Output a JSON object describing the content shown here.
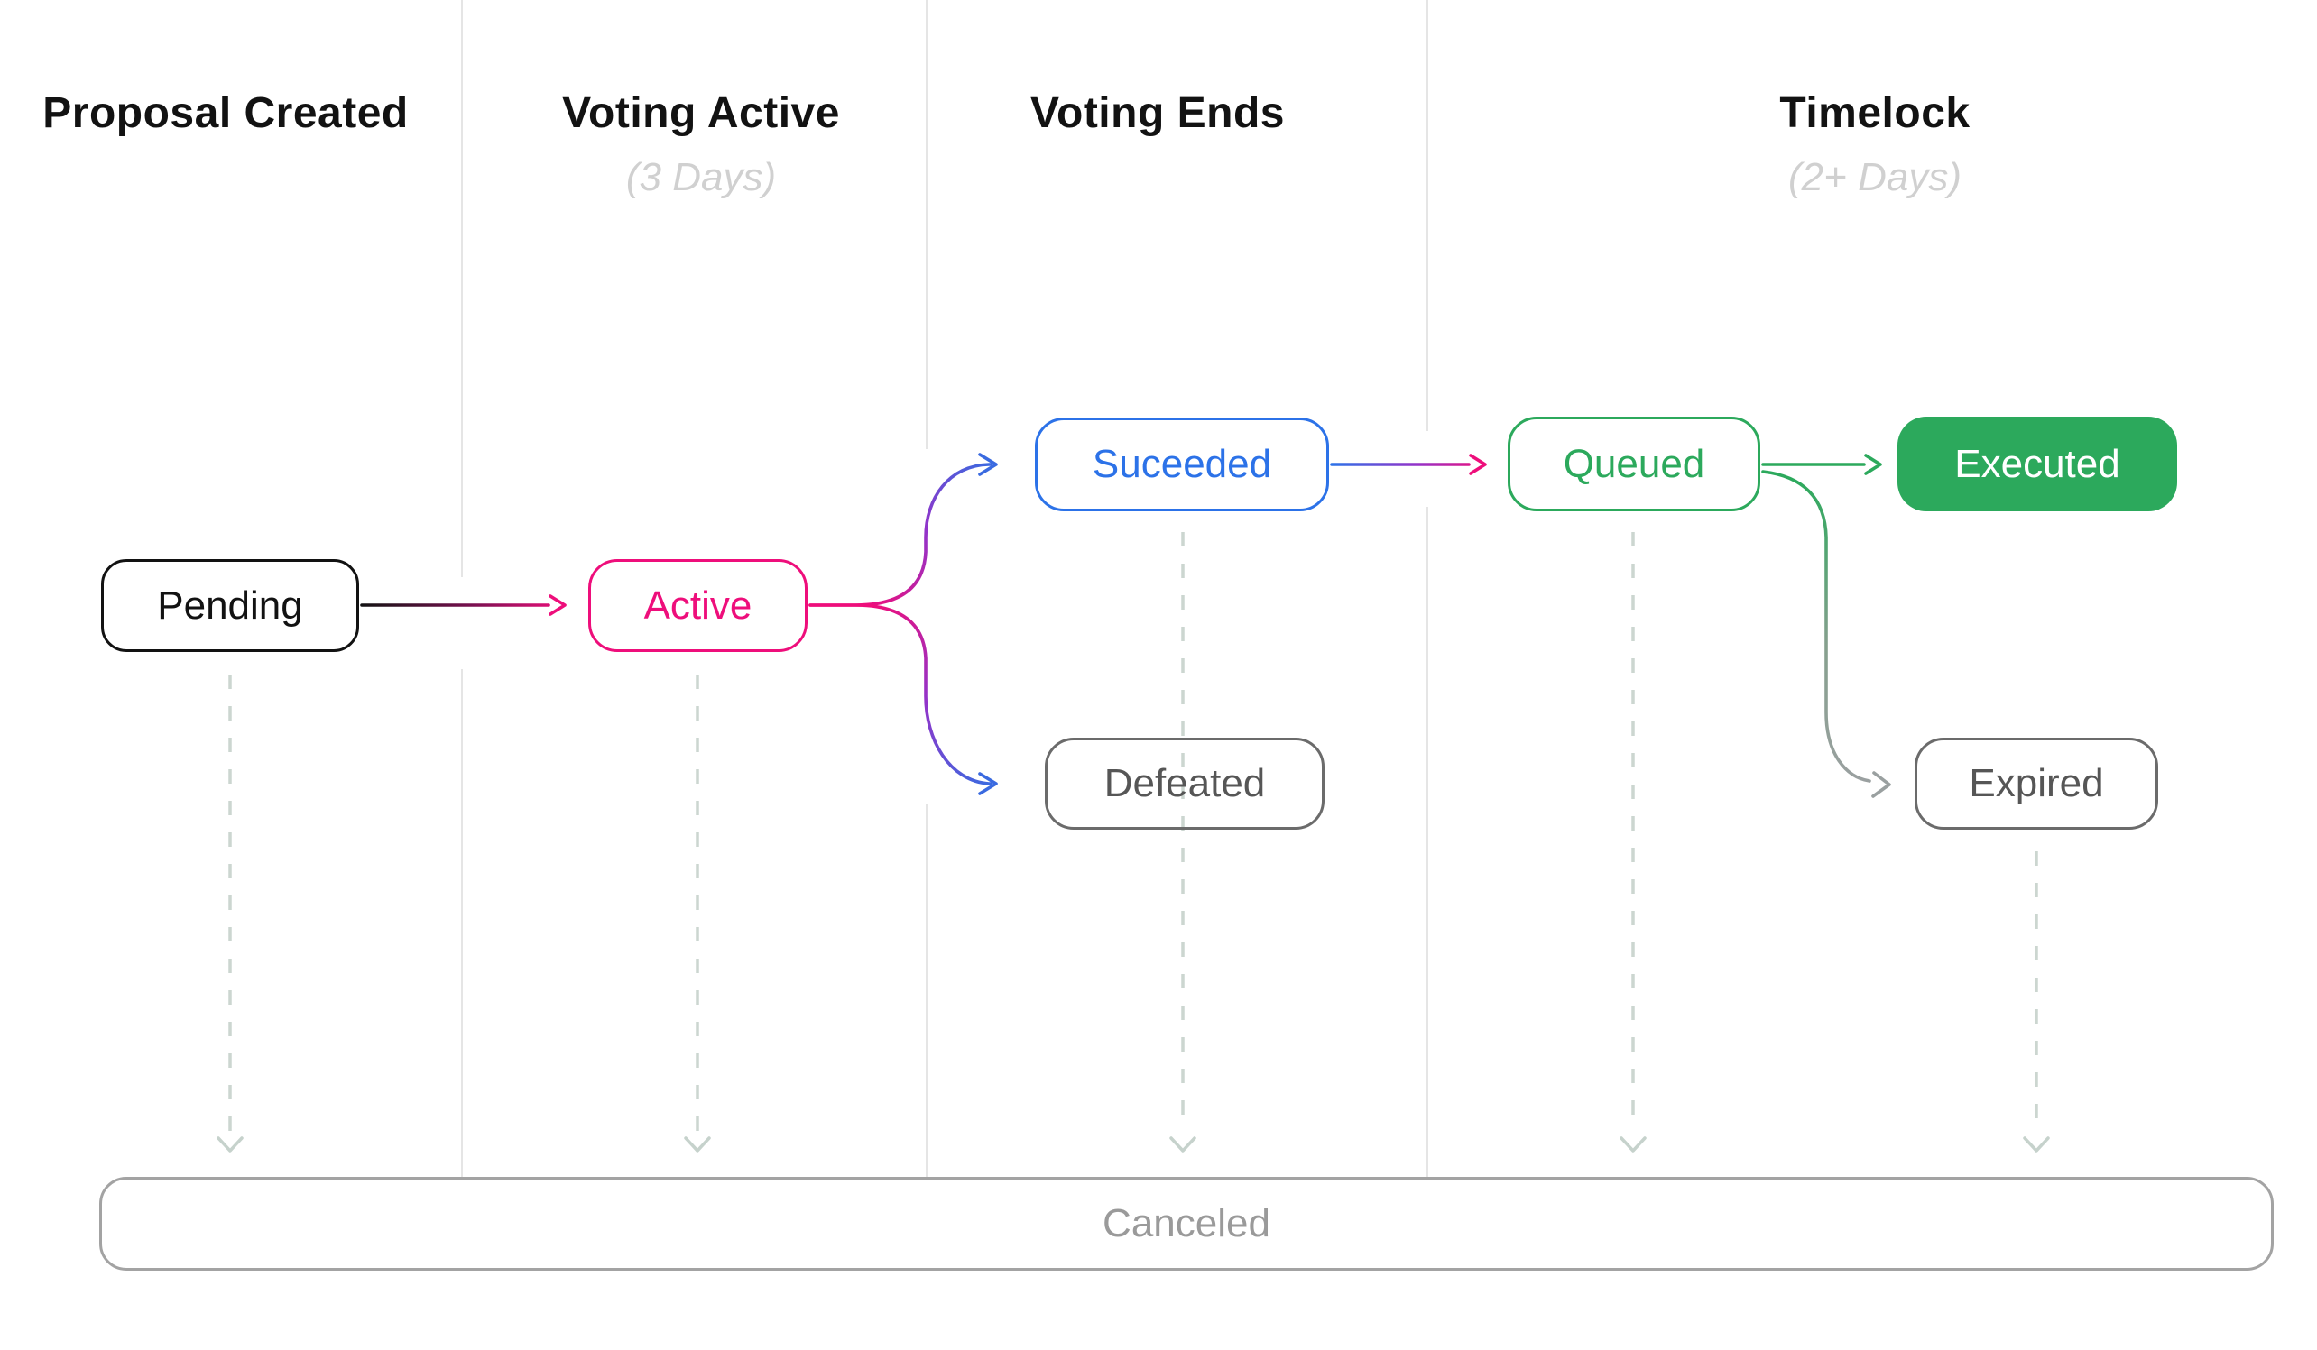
{
  "columns": [
    {
      "title": "Proposal Created",
      "subtitle": ""
    },
    {
      "title": "Voting Active",
      "subtitle": "(3 Days)"
    },
    {
      "title": "Voting Ends",
      "subtitle": ""
    },
    {
      "title": "Timelock",
      "subtitle": "(2+ Days)"
    }
  ],
  "nodes": {
    "pending": {
      "label": "Pending",
      "color": "#121212"
    },
    "active": {
      "label": "Active",
      "color": "#ee0e7b"
    },
    "succeeded": {
      "label": "Suceeded",
      "color": "#2c72e8"
    },
    "defeated": {
      "label": "Defeated",
      "color": "#565656",
      "border_color": "#6b6b6b"
    },
    "queued": {
      "label": "Queued",
      "color": "#2ca95c"
    },
    "executed": {
      "label": "Executed",
      "color": "#ffffff",
      "fill_color": "#2ca95c"
    },
    "expired": {
      "label": "Expired",
      "color": "#565656",
      "border_color": "#6b6b6b"
    },
    "canceled": {
      "label": "Canceled",
      "color": "#9a9a9a",
      "border_color": "#a3a3a3"
    }
  },
  "edges": [
    {
      "from": "Pending",
      "to": "Active"
    },
    {
      "from": "Active",
      "to": "Suceeded"
    },
    {
      "from": "Active",
      "to": "Defeated"
    },
    {
      "from": "Suceeded",
      "to": "Queued"
    },
    {
      "from": "Queued",
      "to": "Executed"
    },
    {
      "from": "Queued",
      "to": "Expired"
    },
    {
      "from": "Pending",
      "to": "Canceled"
    },
    {
      "from": "Active",
      "to": "Canceled"
    },
    {
      "from": "Suceeded",
      "to": "Canceled"
    },
    {
      "from": "Queued",
      "to": "Canceled"
    },
    {
      "from": "Expired",
      "to": "Canceled"
    }
  ],
  "colors": {
    "pink": "#ee0e7b",
    "blue": "#2c72e8",
    "green": "#2ca95c",
    "purple": "#9333c9",
    "black": "#121212",
    "gray_node": "#6b6b6b",
    "gray_arrow": "#9aa0a0",
    "dashed_line": "#ccd6d0",
    "bottom_chevron": "#c6d2cc",
    "column_separator": "#e5e5e5",
    "subtitle_gray": "#d0d0d0"
  }
}
